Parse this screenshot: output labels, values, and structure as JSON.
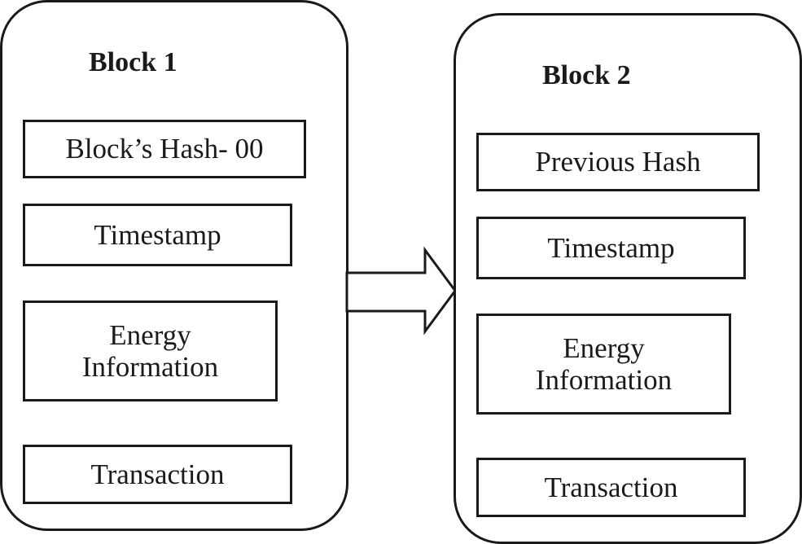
{
  "block1": {
    "title": "Block 1",
    "fields": {
      "hash": "Block’s Hash- 00",
      "timestamp": "Timestamp",
      "energy_line1": "Energy",
      "energy_line2": "Information",
      "transaction": "Transaction"
    }
  },
  "block2": {
    "title": "Block 2",
    "fields": {
      "previous_hash": "Previous Hash",
      "timestamp": "Timestamp",
      "energy_line1": "Energy",
      "energy_line2": "Information",
      "transaction": "Transaction"
    }
  },
  "arrow": {
    "icon": "right-arrow-icon",
    "from": "Block 1",
    "to": "Block 2"
  },
  "colors": {
    "stroke": "#1a1a1a",
    "background": "#ffffff"
  }
}
